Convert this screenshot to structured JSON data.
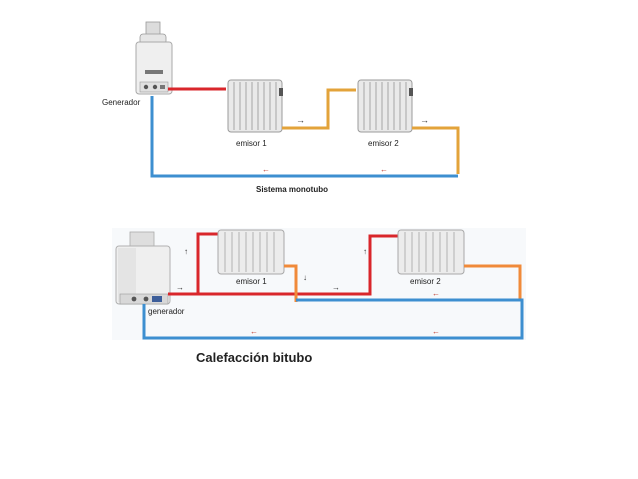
{
  "monotubo": {
    "generator_label": "Generador",
    "emitter1_label": "emisor 1",
    "emitter2_label": "emisor 2",
    "caption": "Sistema monotubo"
  },
  "bitubo": {
    "generator_label": "generador",
    "emitter1_label": "emisor 1",
    "emitter2_label": "emisor 2",
    "caption": "Calefacción bitubo"
  },
  "colors": {
    "hot_pipe": "#d9262b",
    "warm_pipe": "#e3a33a",
    "orange_pipe": "#f08a3a",
    "cold_pipe": "#3d8fd0",
    "radiator": "#e9e9e9",
    "boiler": "#eeeeee"
  }
}
